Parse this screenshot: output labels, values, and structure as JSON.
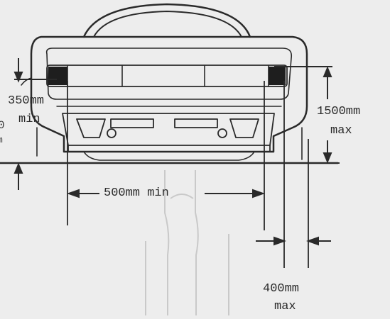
{
  "dimensions": {
    "light_height_min": {
      "value": "350mm",
      "qualifier": "min"
    },
    "light_height_max": {
      "value": "1500mm",
      "qualifier": "max"
    },
    "light_separation_min": {
      "label": "500mm min"
    },
    "light_edge_max": {
      "value": "400mm",
      "qualifier": "max"
    }
  },
  "edge_fragments": {
    "left_top": "0",
    "left_bottom": "m"
  },
  "colors": {
    "ink": "#2a2a2a",
    "paper": "#ededed",
    "lamp_dark": "#1e1e1e"
  }
}
